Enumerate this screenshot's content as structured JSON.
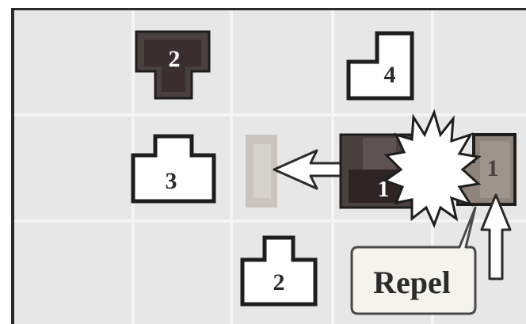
{
  "pieces": [
    {
      "id": "dark-2",
      "label": "2",
      "style": "dark"
    },
    {
      "id": "white-4",
      "label": "4",
      "style": "white"
    },
    {
      "id": "white-3",
      "label": "3",
      "style": "white"
    },
    {
      "id": "dark-1",
      "label": "1",
      "style": "dark"
    },
    {
      "id": "hit-1",
      "label": "1",
      "style": "medium"
    },
    {
      "id": "white-2",
      "label": "2",
      "style": "white"
    }
  ],
  "callout": {
    "text": "Repel"
  },
  "icons": {
    "arrow_left": "arrow-left-icon",
    "arrow_up": "arrow-up-icon",
    "burst": "impact-burst-icon",
    "ghost": "ghost-block-icon"
  },
  "colors": {
    "board": "#e7e7e7",
    "grid": "#f4f4f4",
    "dark_piece": "#4a4040",
    "dark_piece_inner": "#3a2e2e",
    "medium_piece": "#8f847c",
    "ghost": "#c9c4c0",
    "outline": "#1e1e1e"
  }
}
